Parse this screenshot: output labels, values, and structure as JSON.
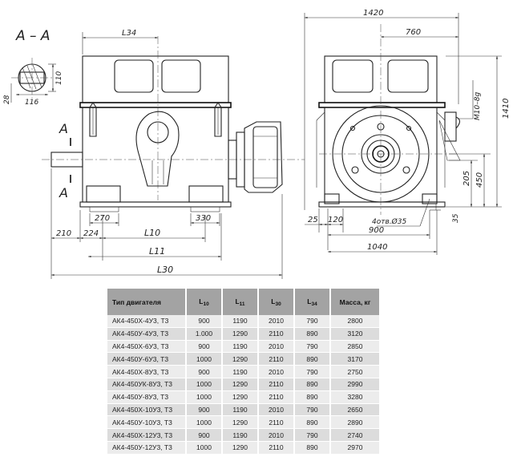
{
  "drawing": {
    "section_label": "А – А",
    "cut_label": "А",
    "dims": {
      "shaft_110": "110",
      "shaft_116": "116",
      "shaft_28": "28",
      "l34": "L34",
      "d270": "270",
      "d330": "330",
      "d210": "210",
      "d224": "224",
      "l10": "L10",
      "l11": "L11",
      "l30": "L30",
      "d1420": "1420",
      "d760": "760",
      "m10": "M10–8g",
      "d1410": "1410",
      "d450": "450",
      "d205": "205",
      "d25": "25",
      "d120": "120",
      "holes": "4отв.Ø35",
      "d35": "35",
      "d900": "900",
      "d1040": "1040"
    }
  },
  "table": {
    "columns": [
      {
        "main": "Тип двигателя",
        "sub": ""
      },
      {
        "main": "L",
        "sub": "10"
      },
      {
        "main": "L",
        "sub": "11"
      },
      {
        "main": "L",
        "sub": "30"
      },
      {
        "main": "L",
        "sub": "34"
      },
      {
        "main": "Масса, кг",
        "sub": ""
      }
    ],
    "rows": [
      [
        "АК4-450Х-4У3, Т3",
        "900",
        "1190",
        "2010",
        "790",
        "2800"
      ],
      [
        "АК4-450У-4У3, Т3",
        "1.000",
        "1290",
        "2110",
        "890",
        "3120"
      ],
      [
        "АК4-450Х-6У3, Т3",
        "900",
        "1190",
        "2010",
        "790",
        "2850"
      ],
      [
        "АК4-450У-6У3, Т3",
        "1000",
        "1290",
        "2110",
        "890",
        "3170"
      ],
      [
        "АК4-450Х-8У3, Т3",
        "900",
        "1190",
        "2010",
        "790",
        "2750"
      ],
      [
        "АК4-450УК-8У3, Т3",
        "1000",
        "1290",
        "2110",
        "890",
        "2990"
      ],
      [
        "АК4-450У-8У3, Т3",
        "1000",
        "1290",
        "2110",
        "890",
        "3280"
      ],
      [
        "АК4-450Х-10У3, Т3",
        "900",
        "1190",
        "2010",
        "790",
        "2650"
      ],
      [
        "АК4-450У-10У3, Т3",
        "1000",
        "1290",
        "2110",
        "890",
        "2890"
      ],
      [
        "АК4-450Х-12У3, Т3",
        "900",
        "1190",
        "2010",
        "790",
        "2740"
      ],
      [
        "АК4-450У-12У3, Т3",
        "1000",
        "1290",
        "2110",
        "890",
        "2970"
      ]
    ]
  }
}
